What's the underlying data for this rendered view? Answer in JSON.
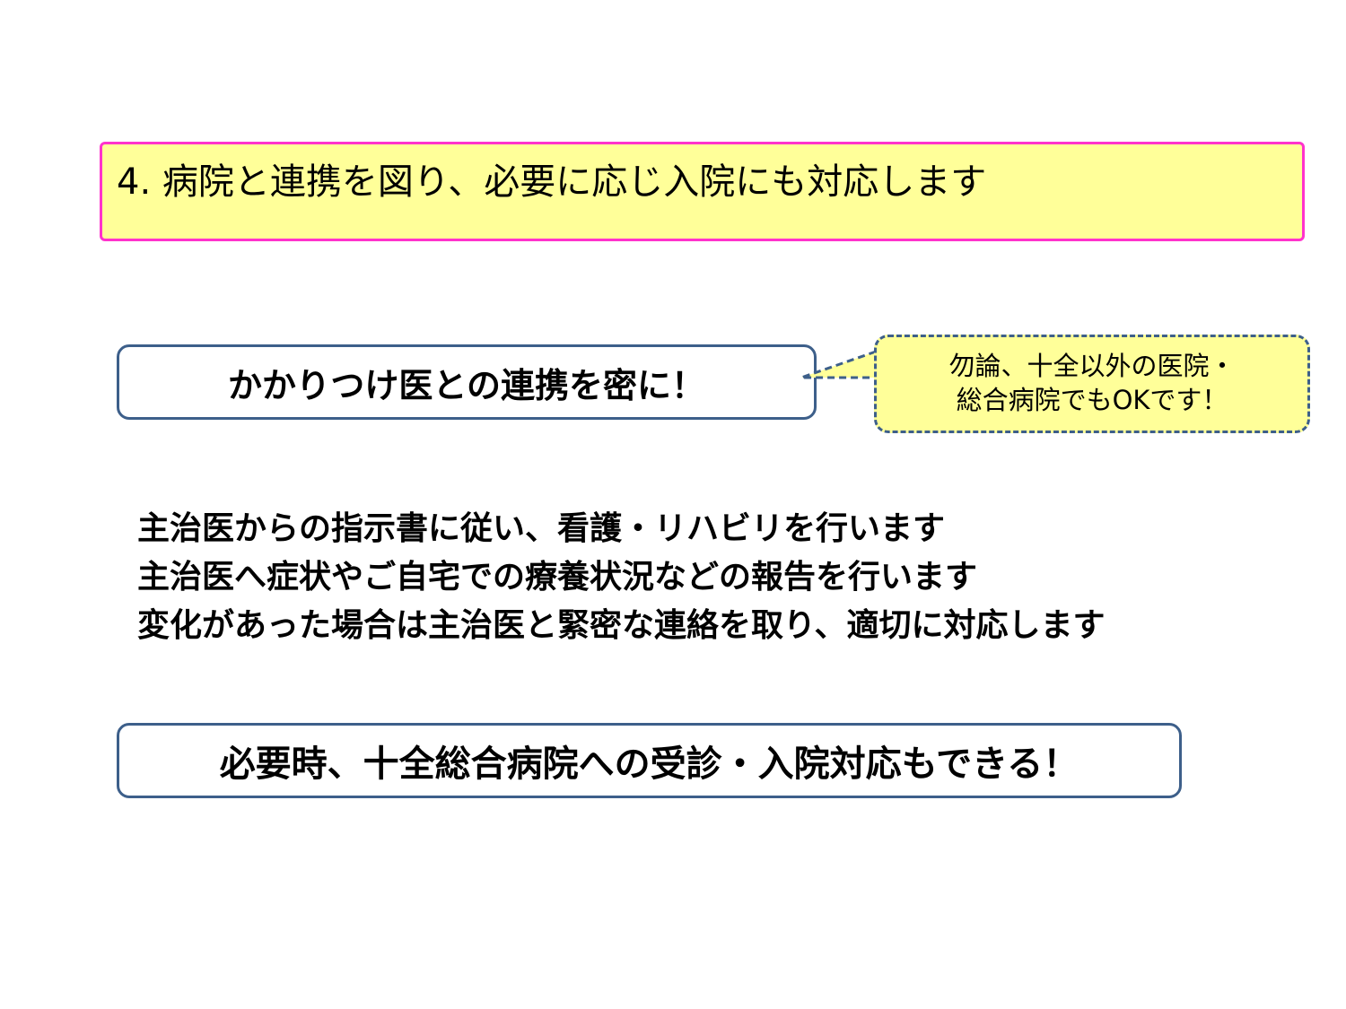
{
  "header": {
    "title": "4. 病院と連携を図り、必要に応じ入院にも対応します"
  },
  "highlight": {
    "label": "かかりつけ医との連携を密に！"
  },
  "callout": {
    "line1": "勿論、十全以外の医院・",
    "line2": "総合病院でもOKです！"
  },
  "body": {
    "lines": [
      "主治医からの指示書に従い、看護・リハビリを行います",
      "主治医へ症状やご自宅での療養状況などの報告を行います",
      "変化があった場合は主治医と緊密な連絡を取り、適切に対応します"
    ]
  },
  "footer_highlight": {
    "label": "必要時、十全総合病院への受診・入院対応もできる！"
  },
  "colors": {
    "title_fill": "#ffff99",
    "title_border": "#ff33cc",
    "box_border": "#3d5f8a",
    "callout_fill": "#ffff99"
  }
}
